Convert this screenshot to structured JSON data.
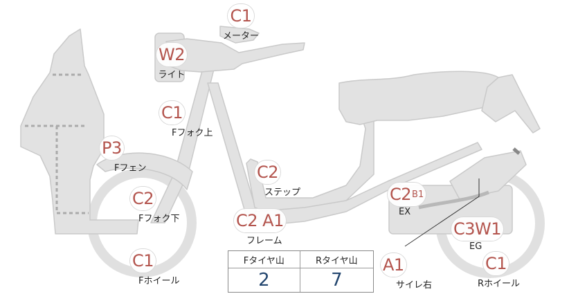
{
  "parts": {
    "meter": {
      "code": "C1",
      "label": "メーター"
    },
    "light": {
      "code": "W2",
      "label": "ライト"
    },
    "fork_upper": {
      "code": "C1",
      "label": "Fフォク上"
    },
    "fender": {
      "code": "P3",
      "label": "Fフェン"
    },
    "fork_lower": {
      "code": "C2",
      "label": "Fフォク下"
    },
    "front_wheel": {
      "code": "C1",
      "label": "Fホイール"
    },
    "step": {
      "code": "C2",
      "label": "ステップ"
    },
    "frame": {
      "code": "C2 A1",
      "label": "フレーム"
    },
    "exhaust": {
      "code": "C2",
      "sub": "B1",
      "label": "EX"
    },
    "engine": {
      "code": "C3W1",
      "label": "EG"
    },
    "muffler_right": {
      "code": "A1",
      "label": "サイレ右"
    },
    "rear_wheel": {
      "code": "C1",
      "label": "Rホイール"
    }
  },
  "tread": {
    "front_header": "Fタイヤ山",
    "rear_header": "Rタイヤ山",
    "front_value": "2",
    "rear_value": "7"
  },
  "colors": {
    "body": "#e2e2e2",
    "outline": "#c6c6c6",
    "code": "#b3544d",
    "tread_value": "#22456e"
  }
}
